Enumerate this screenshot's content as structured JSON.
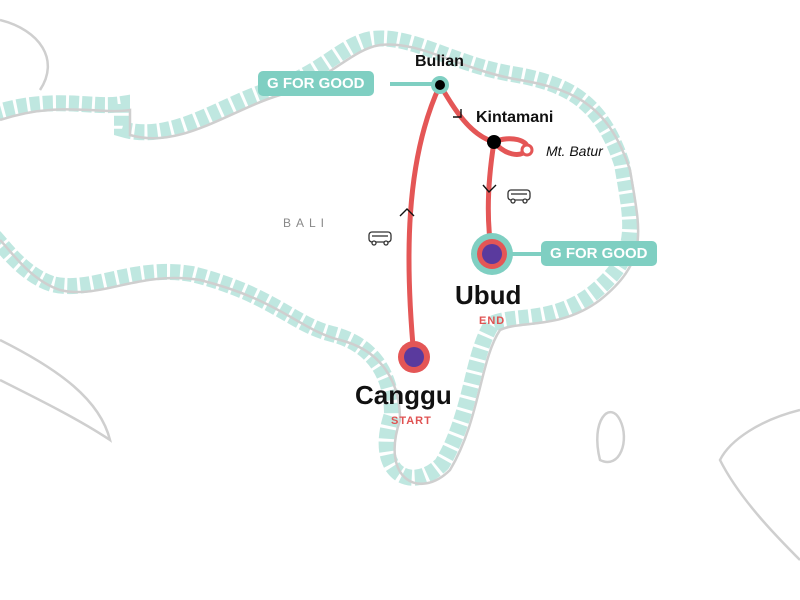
{
  "region_label": "BALI",
  "stops": [
    {
      "name": "Bulian"
    },
    {
      "name": "Kintamani"
    },
    {
      "name": "Mt. Batur"
    },
    {
      "name": "Ubud",
      "tag": "END"
    },
    {
      "name": "Canggu",
      "tag": "START"
    }
  ],
  "badges": [
    "G FOR GOOD",
    "G FOR GOOD"
  ],
  "icons": [
    "bus-icon",
    "bus-icon"
  ],
  "colors": {
    "route": "#e45656",
    "teal": "#7fcfc2",
    "stop_fill": "#5a3a9e",
    "coast": "#cfcfcf"
  }
}
